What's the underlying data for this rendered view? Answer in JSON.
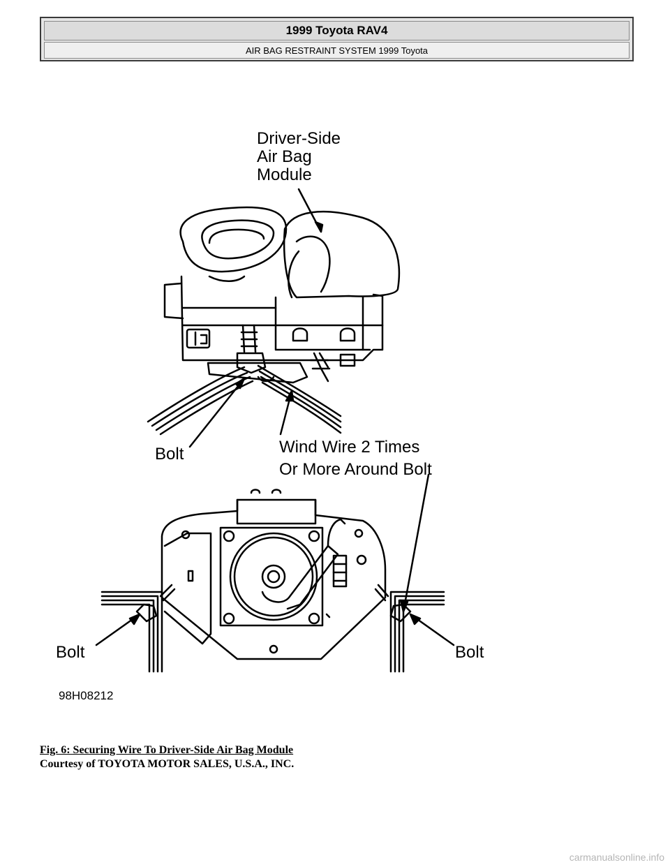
{
  "header": {
    "title": "1999 Toyota RAV4",
    "subtitle": "AIR BAG RESTRAINT SYSTEM 1999 Toyota"
  },
  "figure": {
    "labels": {
      "module_line1": "Driver-Side",
      "module_line2": "Air Bag",
      "module_line3": "Module",
      "bolt_top": "Bolt",
      "wind_line1": "Wind Wire 2 Times",
      "wind_line2": "Or More Around Bolt",
      "bolt_left": "Bolt",
      "bolt_right": "Bolt",
      "code": "98H08212"
    }
  },
  "caption": "Fig. 6: Securing Wire To Driver-Side Air Bag Module",
  "courtesy": "Courtesy of TOYOTA MOTOR SALES, U.S.A., INC.",
  "footer": {
    "url": "carmanualsonline.info"
  }
}
